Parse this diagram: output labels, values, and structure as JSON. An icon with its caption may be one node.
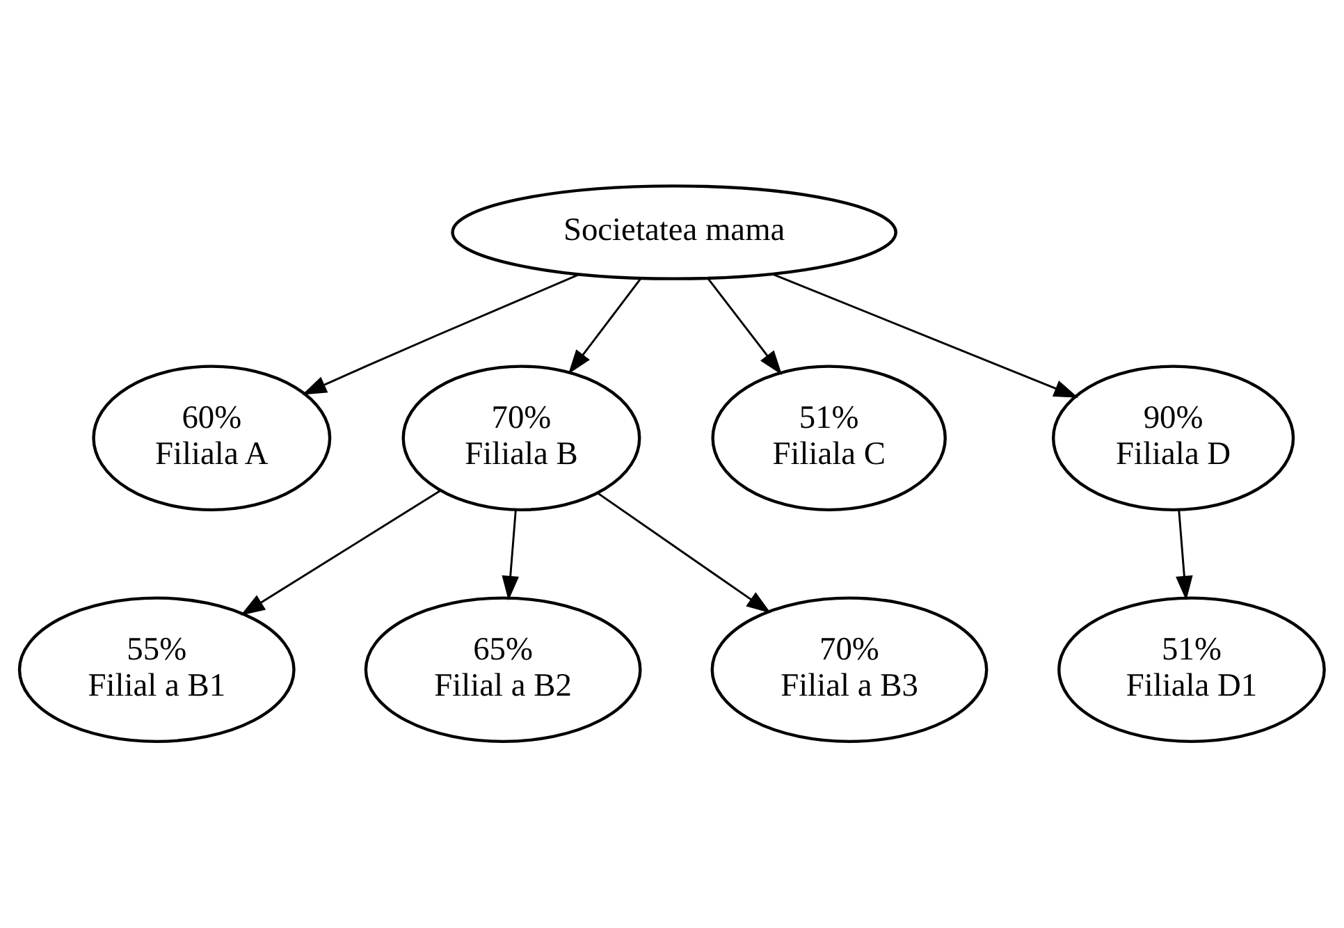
{
  "diagram": {
    "nodes": [
      {
        "text": [
          "Societatea mama"
        ]
      },
      {
        "text": [
          "60%",
          "Filiala A"
        ]
      },
      {
        "text": [
          "70%",
          "Filiala B"
        ]
      },
      {
        "text": [
          "51%",
          "Filiala C"
        ]
      },
      {
        "text": [
          "90%",
          "Filiala D"
        ]
      },
      {
        "text": [
          "55%",
          "Filial a B1"
        ]
      },
      {
        "text": [
          "65%",
          "Filial a B2"
        ]
      },
      {
        "text": [
          "70%",
          "Filial a B3"
        ]
      },
      {
        "text": [
          "51%",
          "Filiala D1"
        ]
      }
    ],
    "edges": [
      {
        "from": 0,
        "to": 1,
        "arrow": "to"
      },
      {
        "from": 0,
        "to": 2,
        "arrow": "to"
      },
      {
        "from": 0,
        "to": 3,
        "arrow": "to"
      },
      {
        "from": 0,
        "to": 4,
        "arrow": "to"
      },
      {
        "from": 2,
        "to": 5,
        "arrow": "to"
      },
      {
        "from": 2,
        "to": 6,
        "arrow": "to"
      },
      {
        "from": 2,
        "to": 7,
        "arrow": "to"
      },
      {
        "from": 4,
        "to": 8,
        "arrow": "to"
      }
    ]
  }
}
